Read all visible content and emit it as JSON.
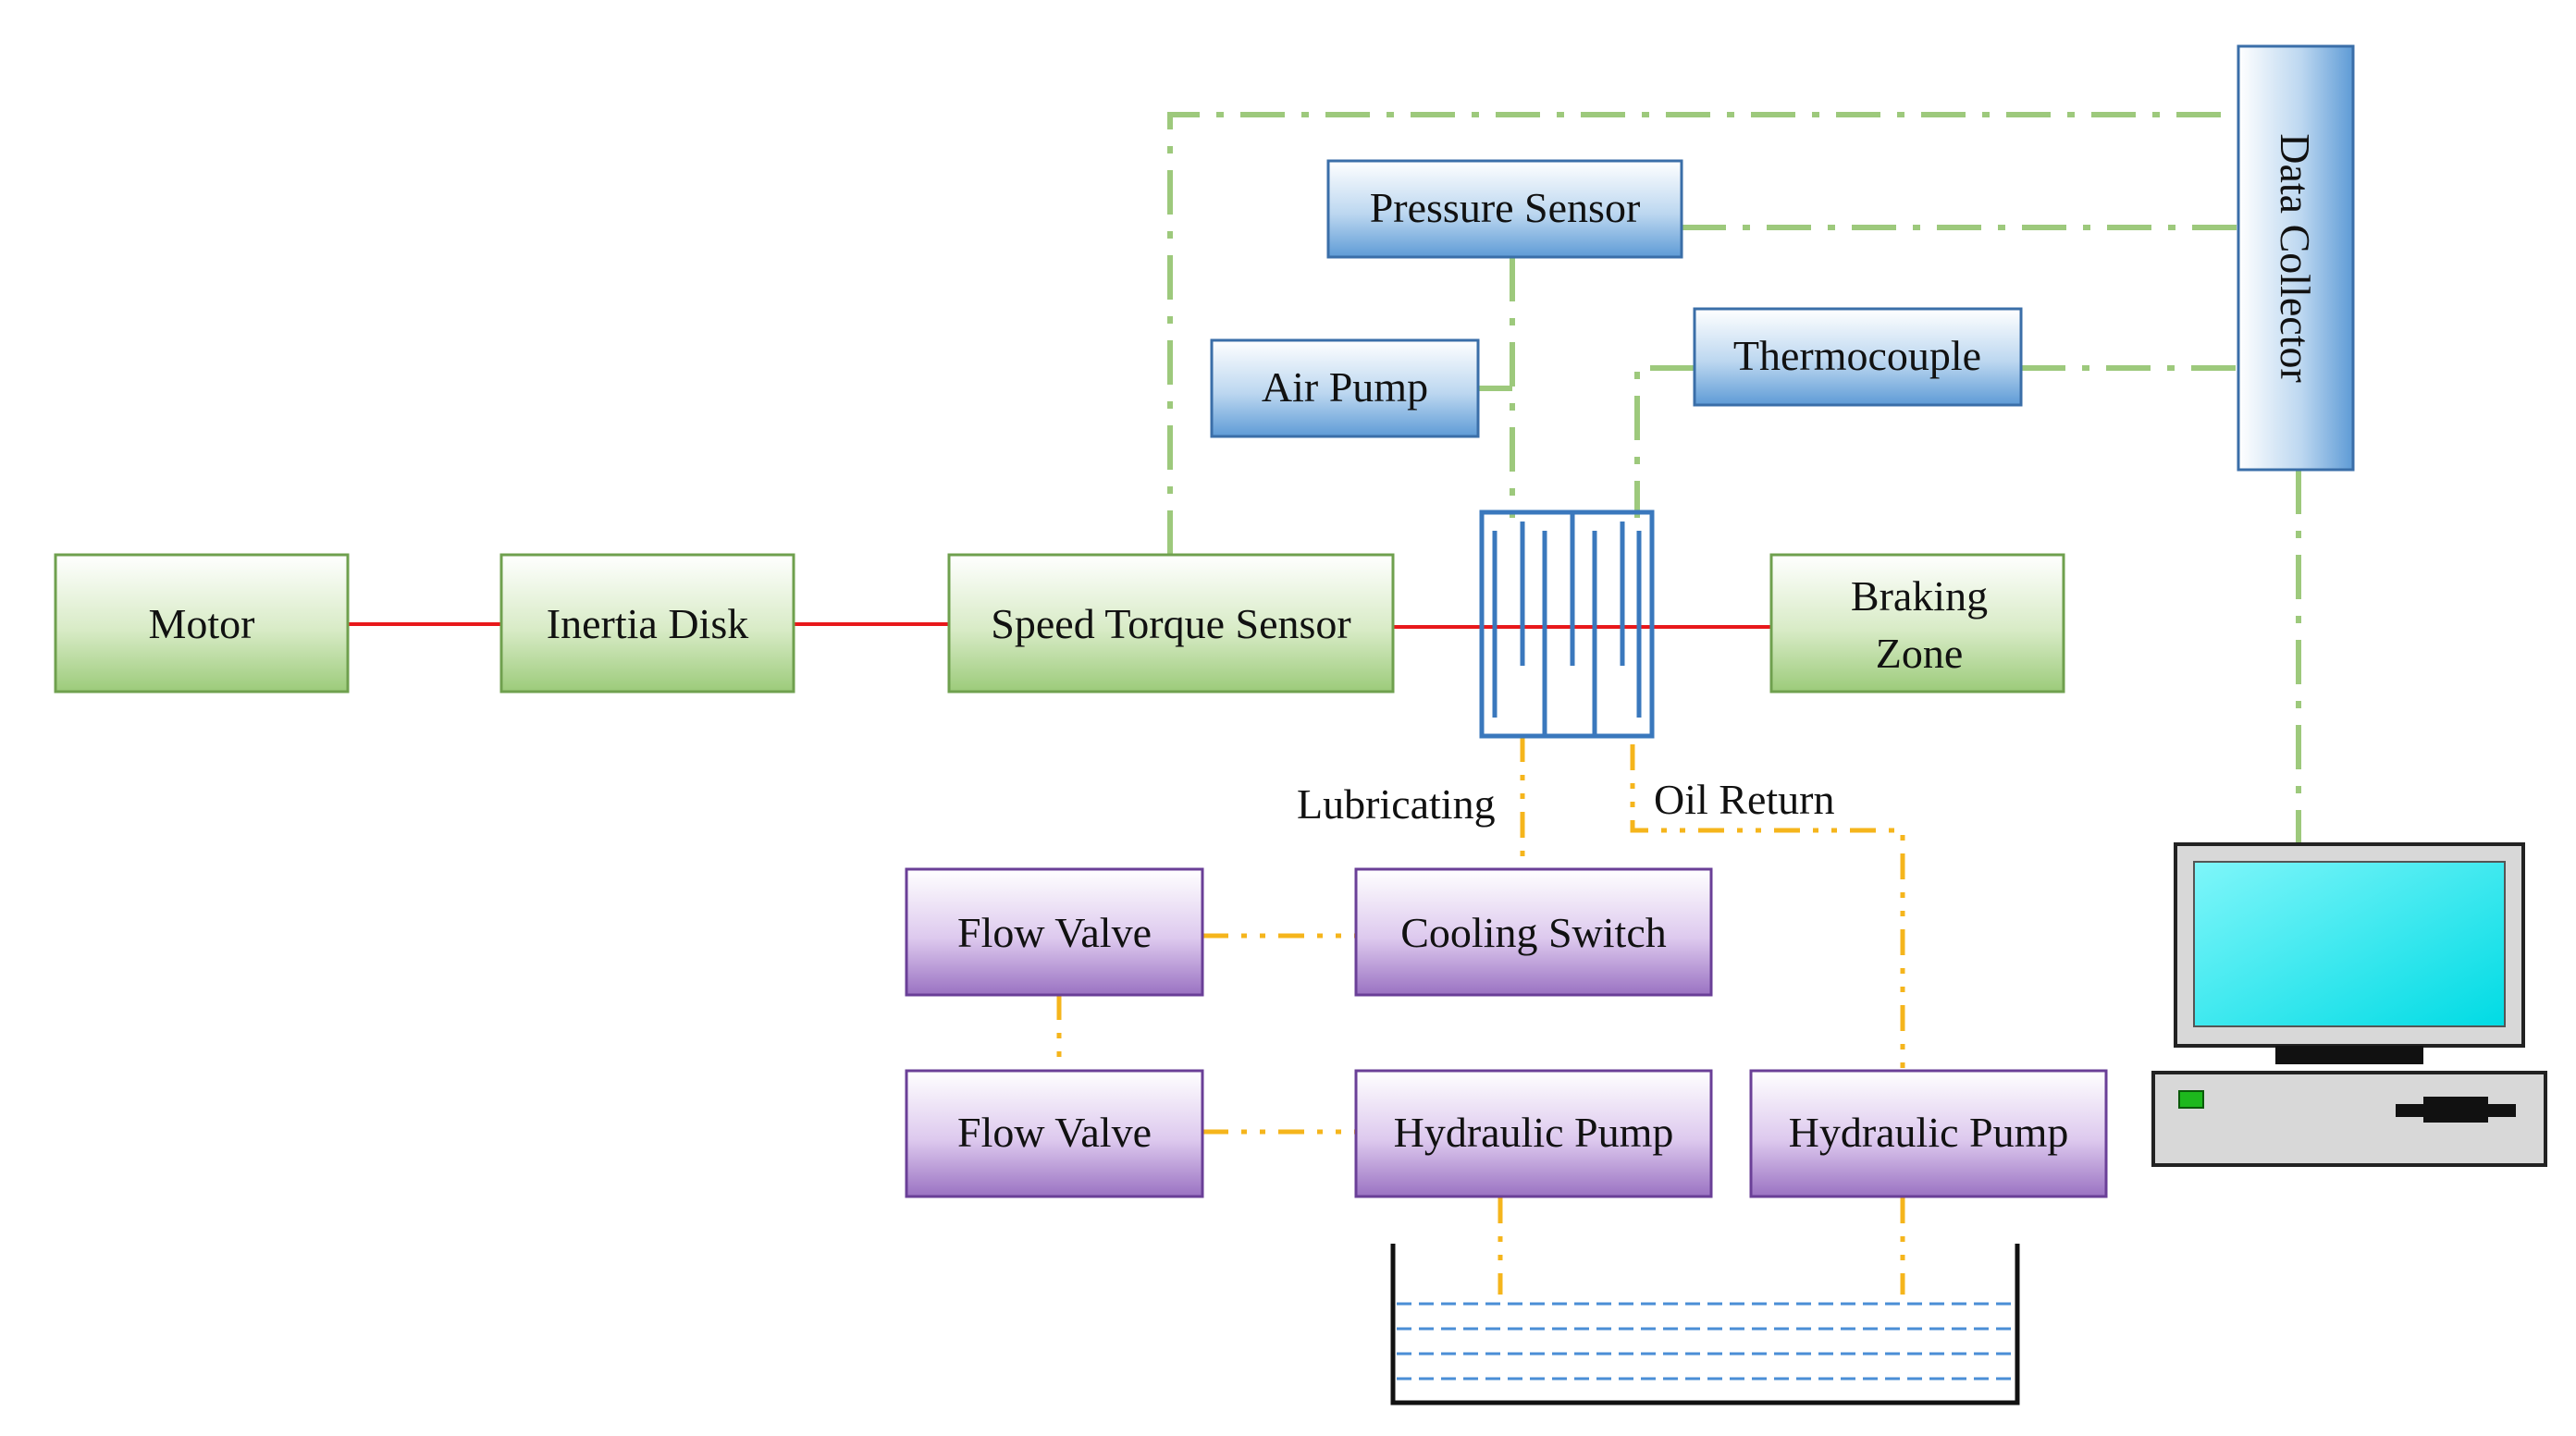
{
  "nodes": {
    "motor": "Motor",
    "inertia_disk": "Inertia Disk",
    "speed_torque_sensor": "Speed Torque Sensor",
    "braking_zone_line1": "Braking",
    "braking_zone_line2": "Zone",
    "pressure_sensor": "Pressure Sensor",
    "air_pump": "Air Pump",
    "thermocouple": "Thermocouple",
    "data_collector": "Data Collector",
    "flow_valve_1": "Flow Valve",
    "cooling_switch": "Cooling Switch",
    "flow_valve_2": "Flow Valve",
    "hydraulic_pump_1": "Hydraulic Pump",
    "hydraulic_pump_2": "Hydraulic Pump"
  },
  "labels": {
    "lubricating": "Lubricating",
    "oil_return": "Oil Return"
  },
  "colors": {
    "green_box": "#7db55a",
    "blue_box": "#4a86c5",
    "purple_box": "#7a4fa3",
    "signal_line": "#9dc97c",
    "oil_line": "#f5b51c",
    "shaft_line": "#e8181b",
    "structure": "#3a78bd",
    "screen": "#00e8ee"
  }
}
